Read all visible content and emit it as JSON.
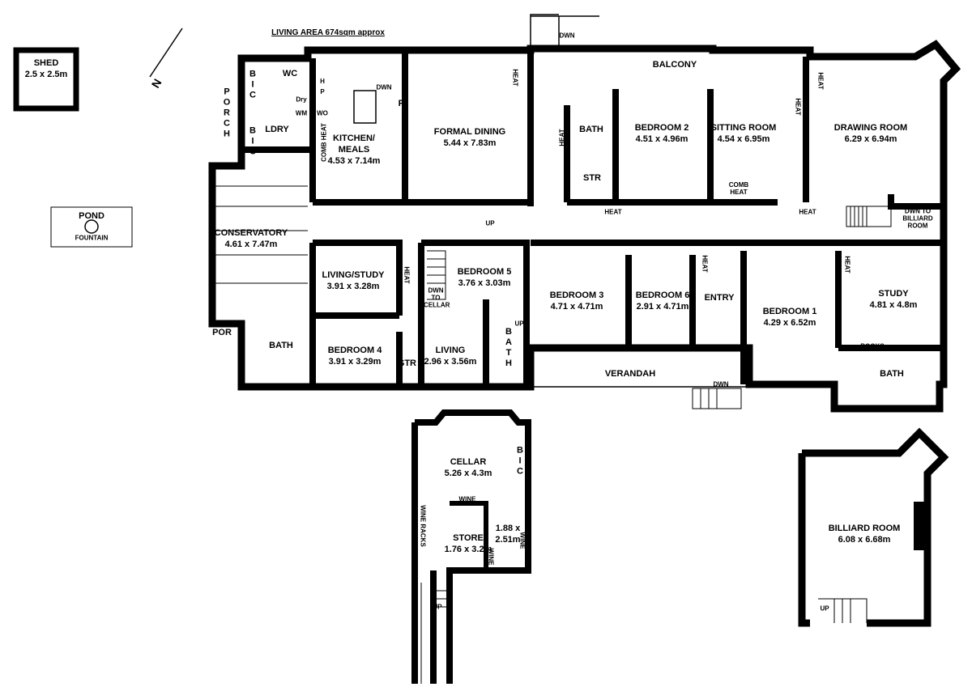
{
  "header": {
    "living_area": "LIVING AREA 674sqm approx"
  },
  "compass": {
    "north": "N"
  },
  "outbuildings": {
    "shed": {
      "name": "SHED",
      "size": "2.5 x 2.5m"
    },
    "pond": {
      "name": "POND",
      "feature": "FOUNTAIN"
    }
  },
  "rooms": {
    "porch": "PORCH",
    "bic1": "BIC",
    "bic2": "BIC",
    "laundry": "LDRY",
    "wc": "WC",
    "hp": "HP",
    "wo": "WO",
    "dry": "Dry",
    "wm": "WM",
    "comb_heat_kitchen": "COMB HEAT",
    "kitchen": {
      "name": "KITCHEN/ MEALS",
      "size": "4.53 x 7.14m"
    },
    "kitchen_dwn": "DWN",
    "fridge": "F",
    "formal_dining": {
      "name": "FORMAL DINING",
      "size": "5.44 x 7.83m"
    },
    "heat_dining": "HEAT",
    "balcony_dwn": "DWN",
    "balcony": "BALCONY",
    "bath_upper": "BATH",
    "str_upper": "STR",
    "heat_bath": "HEAT",
    "heat_bed2": "HEAT",
    "bedroom2": {
      "name": "BEDROOM 2",
      "size": "4.51 x 4.96m"
    },
    "sitting_room": {
      "name": "SITTING ROOM",
      "size": "4.54 x 6.95m"
    },
    "comb_heat_sitting": "COMB HEAT",
    "heat_sitting": "HEAT",
    "heat_sitting2": "HEAT",
    "drawing_room": {
      "name": "DRAWING ROOM",
      "size": "6.29 x 6.94m"
    },
    "heat_drawing": "HEAT",
    "dwn_billiard": "DWN TO BILLIARD ROOM",
    "conservatory": {
      "name": "CONSERVATORY",
      "size": "4.61 x 7.47m"
    },
    "hall_up": "UP",
    "living_study": {
      "name": "LIVING/STUDY",
      "size": "3.91 x 3.28m"
    },
    "heat_study": "HEAT",
    "dwn_cellar": "DWN TO CELLAR",
    "bedroom5": {
      "name": "BEDROOM 5",
      "size": "3.76 x 3.03m"
    },
    "bedroom3": {
      "name": "BEDROOM 3",
      "size": "4.71 x 4.71m"
    },
    "bedroom6": {
      "name": "BEDROOM 6",
      "size": "2.91 x 4.71m"
    },
    "entry": "ENTRY",
    "heat_entry": "HEAT",
    "bedroom1": {
      "name": "BEDROOM 1",
      "size": "4.29 x 6.52m"
    },
    "study": {
      "name": "STUDY",
      "size": "4.81 x 4.8m"
    },
    "heat_study2": "HEAT",
    "books": "BOOKS",
    "por": "POR",
    "bath_left": "BATH",
    "bedroom4": {
      "name": "BEDROOM 4",
      "size": "3.91 x 3.29m"
    },
    "str_lower": "STR",
    "living": {
      "name": "LIVING",
      "size": "2.96 x 3.56m"
    },
    "bath_mid": "BATH",
    "up_mid": "UP",
    "verandah": "VERANDAH",
    "verandah_dwn": "DWN",
    "bath_right": "BATH"
  },
  "cellar": {
    "cellar": {
      "name": "CELLAR",
      "size": "5.26 x 4.3m"
    },
    "bic": "BIC",
    "wine_top": "WINE",
    "wine_racks": "WINE RACKS",
    "store": {
      "name": "STORE",
      "size": "1.76 x 3.2m"
    },
    "small_room": {
      "size": "1.88 x 2.51m"
    },
    "wine_left": "WINE",
    "wine_right": "WINE",
    "up": "UP"
  },
  "billiard": {
    "room": {
      "name": "BILLIARD ROOM",
      "size": "6.08 x 6.68m"
    },
    "up": "UP"
  }
}
